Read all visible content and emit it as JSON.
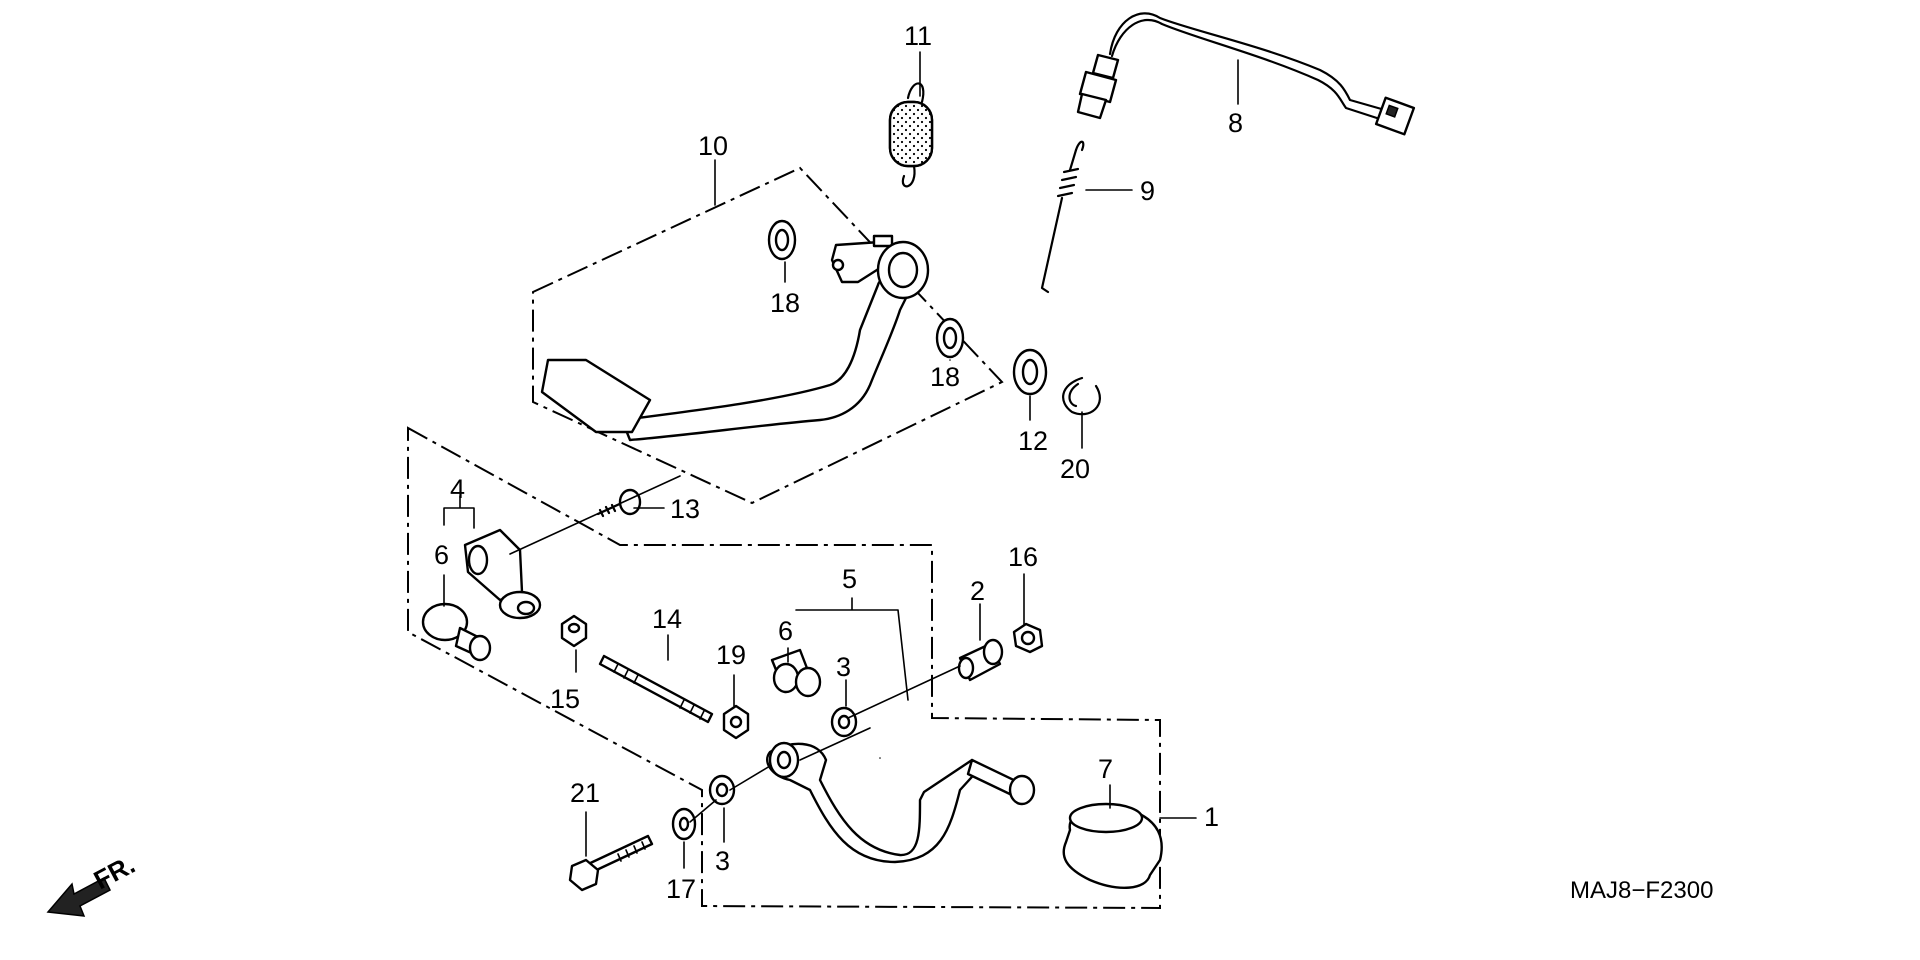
{
  "diagram": {
    "code": "MAJ8−F2300",
    "direction_label": "FR.",
    "callouts": {
      "c1": "1",
      "c2": "2",
      "c3a": "3",
      "c3b": "3",
      "c4": "4",
      "c5": "5",
      "c6a": "6",
      "c6b": "6",
      "c7": "7",
      "c8": "8",
      "c9": "9",
      "c10": "10",
      "c11": "11",
      "c12": "12",
      "c13": "13",
      "c14": "14",
      "c15": "15",
      "c16": "16",
      "c17": "17",
      "c18a": "18",
      "c18b": "18",
      "c19": "19",
      "c20": "20",
      "c21": "21"
    }
  }
}
